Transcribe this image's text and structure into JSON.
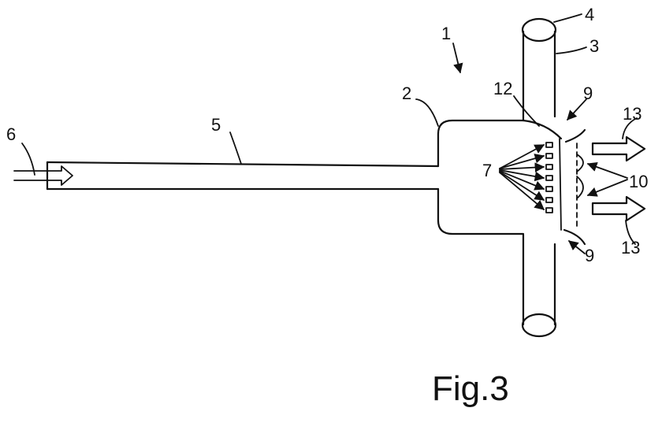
{
  "figure": {
    "caption": "Fig.3",
    "labels": {
      "ref_1": "1",
      "ref_2": "2",
      "ref_3": "3",
      "ref_4": "4",
      "ref_5": "5",
      "ref_6": "6",
      "ref_7": "7",
      "ref_9_top": "9",
      "ref_9_bottom": "9",
      "ref_10": "10",
      "ref_12": "12",
      "ref_13_top": "13",
      "ref_13_bottom": "13"
    }
  }
}
